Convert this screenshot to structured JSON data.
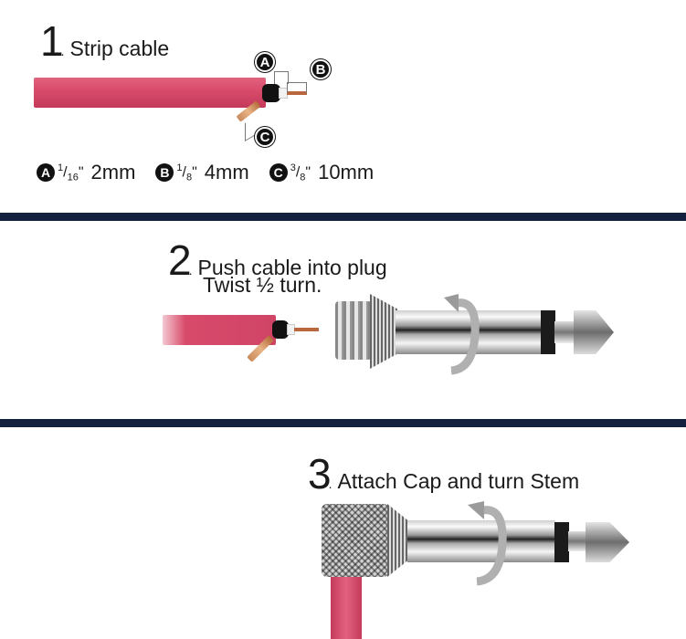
{
  "colors": {
    "divider": "#13213f",
    "cable": "#d84a6a",
    "text": "#1a1a1a",
    "badge": "#111111"
  },
  "steps": [
    {
      "number": "1",
      "title": "Strip cable",
      "callouts": [
        "A",
        "B",
        "C"
      ],
      "legend": [
        {
          "badge": "A",
          "fraction_num": "1",
          "fraction_den": "16",
          "inch_mark": "\"",
          "metric": "2mm"
        },
        {
          "badge": "B",
          "fraction_num": "1",
          "fraction_den": "8",
          "inch_mark": "\"",
          "metric": "4mm"
        },
        {
          "badge": "C",
          "fraction_num": "3",
          "fraction_den": "8",
          "inch_mark": "\"",
          "metric": "10mm"
        }
      ]
    },
    {
      "number": "2",
      "title": "Push cable into plug",
      "subtitle": "Twist ½ turn."
    },
    {
      "number": "3",
      "title": "Attach Cap and turn Stem"
    }
  ]
}
